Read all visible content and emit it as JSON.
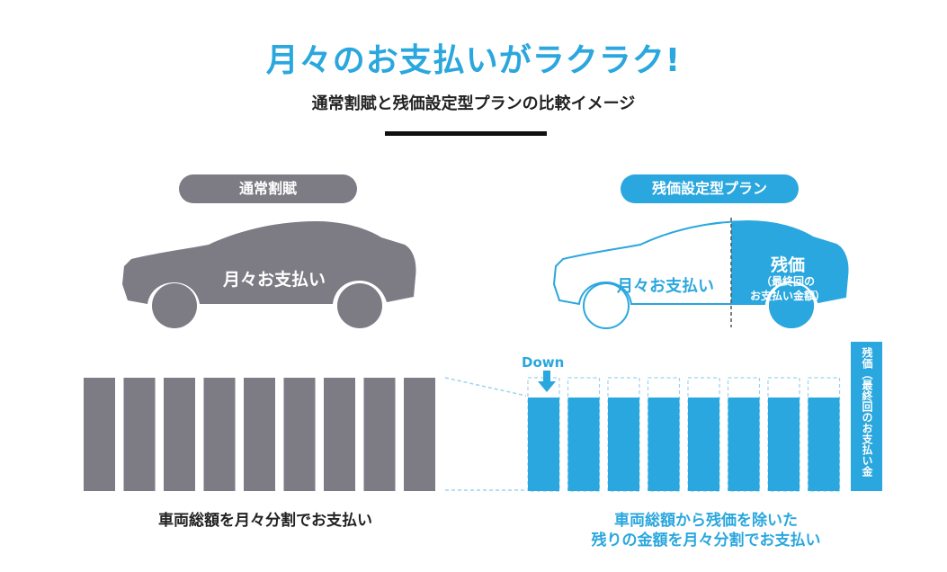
{
  "title": "月々のお支払いがラクラク!",
  "subtitle": "通常割賦と残価設定型プランの比較イメージ",
  "colors": {
    "blue": "#2aa7de",
    "gray": "#7d7b84",
    "dark": "#222222"
  },
  "left": {
    "badge": "通常割賦",
    "car_label": "月々お支払い",
    "bar_count": 9,
    "caption": "車両総額を月々分割でお支払い"
  },
  "right": {
    "badge": "残価設定型プラン",
    "car_label": "月々お支払い",
    "residual_title": "残価",
    "residual_sub_line1": "（最終回の",
    "residual_sub_line2": "お支払い金額）",
    "down_label": "Down",
    "bar_count": 8,
    "vertical_label": "残価（最終回のお支払い金額）",
    "caption_line1": "車両総額から残価を除いた",
    "caption_line2": "残りの金額を月々分割でお支払い"
  }
}
